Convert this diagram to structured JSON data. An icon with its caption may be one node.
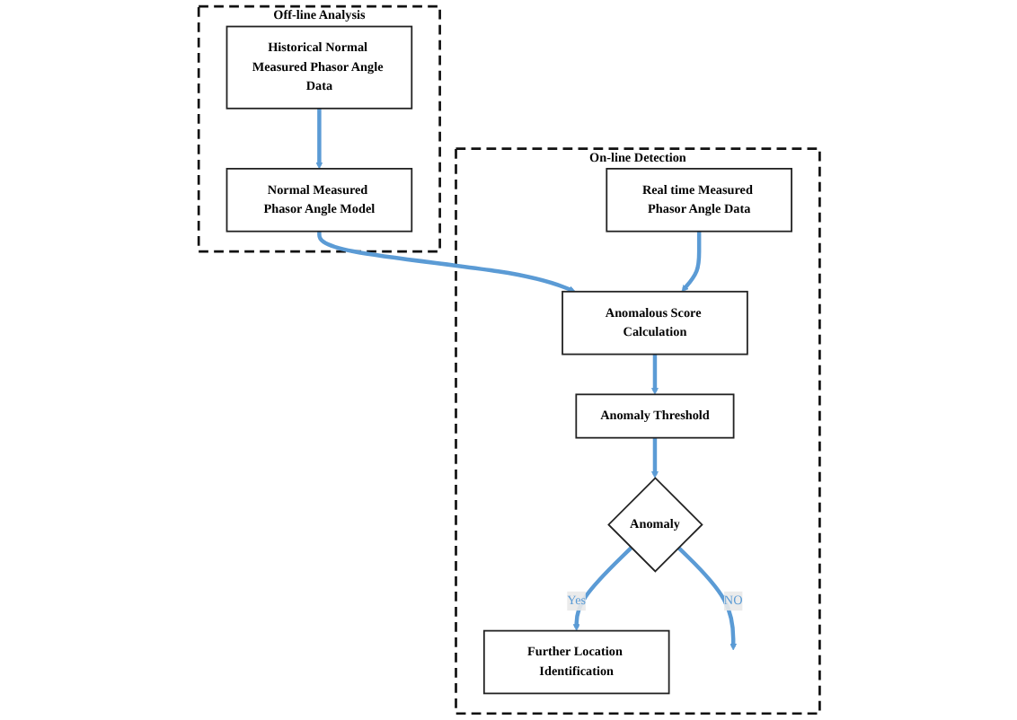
{
  "diagram": {
    "nodes": [
      {
        "text": [
          "Off-line Analysis"
        ]
      },
      {
        "text": [
          "Historical Normal Measured Phasor Angle Data"
        ],
        "in": 0
      },
      {
        "text": [
          "Normal Measured Phasor Angle Model"
        ],
        "in": 0
      },
      {
        "text": [
          "On-line Detection"
        ]
      },
      {
        "text": [
          "Anomalous Score Calculation"
        ],
        "in": 3
      },
      {
        "text": [
          "Anomaly Threshold"
        ],
        "in": 3
      },
      {
        "text": [
          "Anomaly"
        ],
        "in": 3
      },
      {
        "text": [
          "Further Location Identification"
        ],
        "in": 3
      },
      {
        "text": [
          "Real time Measured Phasor Angle Data"
        ],
        "in": 3
      }
    ],
    "edges": [
      {
        "from": 1,
        "to": 2,
        "arrow": "to"
      },
      {
        "from": 2,
        "to": 4,
        "arrow": "to"
      },
      {
        "from": 8,
        "to": 4,
        "arrow": "to"
      },
      {
        "from": 4,
        "to": 5,
        "arrow": "to"
      },
      {
        "from": 5,
        "to": 6,
        "arrow": "to"
      },
      {
        "from": 6,
        "to": null,
        "arrow": "to",
        "label": "NO"
      },
      {
        "from": 6,
        "to": 7,
        "arrow": "to",
        "label": "Yes"
      }
    ]
  }
}
